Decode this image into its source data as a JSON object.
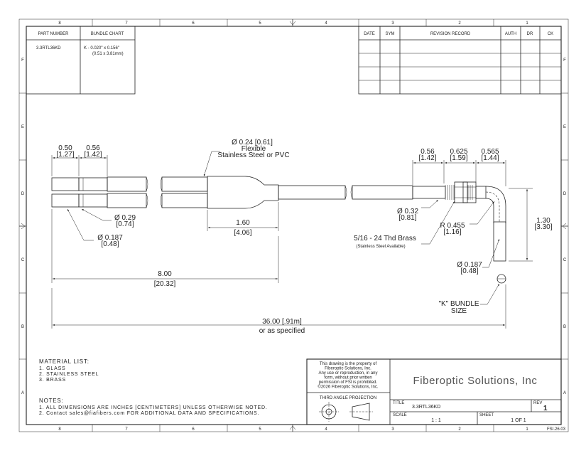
{
  "border": {
    "top_cols": [
      "8",
      "7",
      "6",
      "5",
      "4",
      "3",
      "2",
      "1"
    ],
    "bottom_cols": [
      "8",
      "7",
      "6",
      "5",
      "4",
      "3",
      "2",
      "1"
    ],
    "rows": [
      "F",
      "E",
      "D",
      "C",
      "B",
      "A"
    ]
  },
  "parts_table": {
    "part_number_header": "PART NUMBER",
    "bundle_chart_header": "BUNDLE CHART",
    "part_number": "3.3RTL36KD",
    "bundle_line1": "K - 0.020\" x 0.156\"",
    "bundle_line2": "(0.51 x 3.81mm)"
  },
  "revision_table": {
    "headers": [
      "DATE",
      "SYM",
      "REVISION RECORD",
      "AUTH",
      "DR",
      "CK"
    ]
  },
  "dims": {
    "d050": "0.50",
    "d050m": "[1.27]",
    "d056": "0.56",
    "d056m": "[1.42]",
    "flex_dia": "Ø 0.24 [0.61]",
    "flex_l1": "Flexible",
    "flex_l2": "Stainless Steel or PVC",
    "r056": "0.56",
    "r056m": "[1.42]",
    "r0625": "0.625",
    "r0625m": "[1.59]",
    "r0565": "0.565",
    "r0565m": "[1.44]",
    "d029": "Ø 0.29",
    "d029m": "[0.74]",
    "d0187a": "Ø 0.187",
    "d0187am": "[0.48]",
    "d160": "1.60",
    "d160m": "[4.06]",
    "d032": "Ø 0.32",
    "d032m": "[0.81]",
    "r0455": "R 0.455",
    "r0455m": "[1.16]",
    "d130": "1.30",
    "d130m": "[3.30]",
    "thd": "5/16 - 24 Thd Brass",
    "thd_note": "(Stainless Steel Available)",
    "d0187b": "Ø 0.187",
    "d0187bm": "[0.48]",
    "d800": "8.00",
    "d800m": "[20.32]",
    "k_l1": "\"K\" BUNDLE",
    "k_l2": "SIZE",
    "d3600": "36.00 [.91m]",
    "d3600b": "or as specified"
  },
  "material": {
    "title": "MATERIAL LIST:",
    "items": [
      "1.   GLASS",
      "2.   STAINLESS STEEL",
      "3.   BRASS"
    ]
  },
  "notes": {
    "title": "NOTES:",
    "items": [
      "1.   ALL DIMENSIONS ARE INCHES [CENTIMETERS] UNLESS OTHERWISE NOTED.",
      "2.   Contact sales@fiafibers.com FOR ADDITIONAL DATA AND SPECIFICATIONS."
    ]
  },
  "title_block": {
    "property": [
      "This drawing is the property of",
      "Fiberoptic Solutions, Inc.",
      "Any use or reproduction, in any",
      "form, without prior written",
      "permission of FSI is prohibited.",
      "©2026 Fiberoptic Solutions, Inc."
    ],
    "projection": "THIRD ANGLE PROJECTION",
    "company": "Fiberoptic Solutions, Inc",
    "title_label": "TITLE",
    "title_value": "3.3RTL36KD",
    "rev_label": "REV",
    "rev_value": "1",
    "scale_label": "SCALE",
    "scale_value": "1 : 1",
    "sheet_label": "SHEET",
    "sheet_value": "1  OF 1",
    "doc_code": "FSI.26.03"
  }
}
